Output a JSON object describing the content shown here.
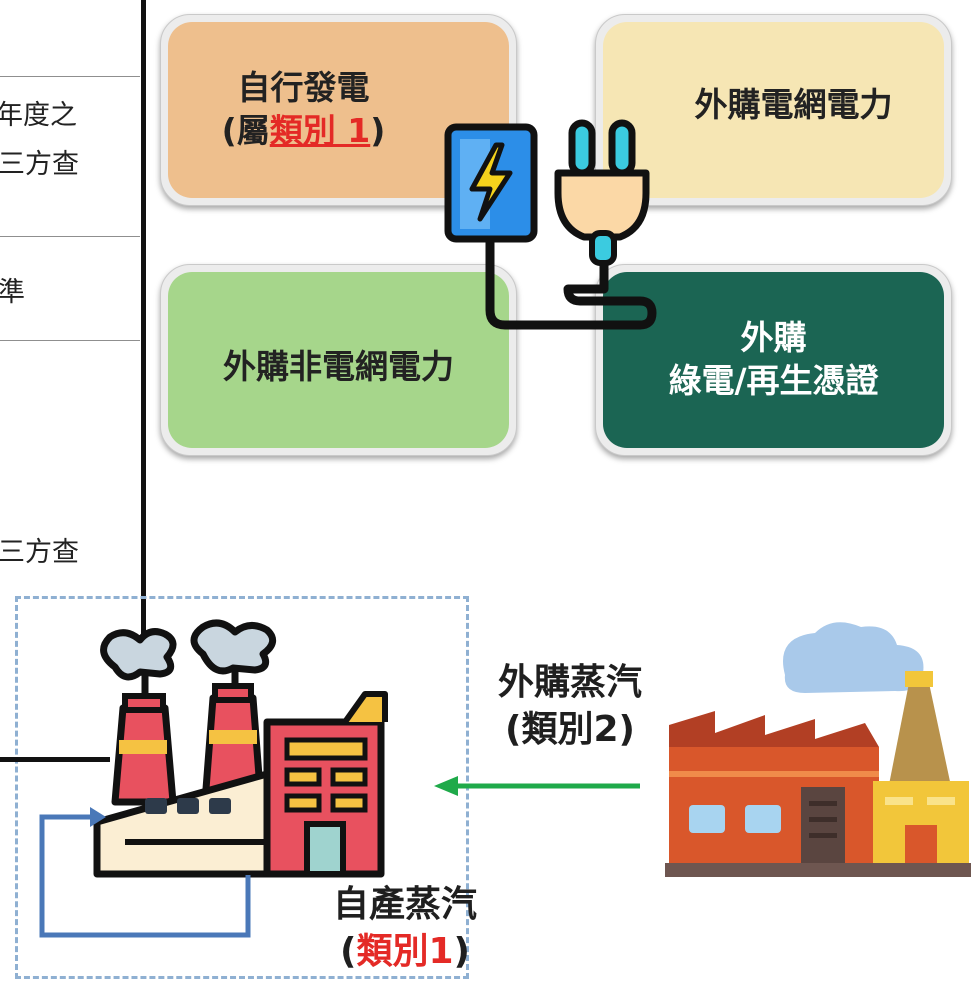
{
  "left_table": {
    "fragments": [
      "年度之",
      "三方查",
      "準",
      "三方查"
    ]
  },
  "electricity": {
    "self_generation": {
      "title": "自行發電",
      "note_open": "(屬",
      "note_category": "類別 1",
      "note_close": ")"
    },
    "grid_power": {
      "title": "外購電網電力"
    },
    "non_grid_power": {
      "title": "外購非電網電力"
    },
    "green_power": {
      "line1": "外購",
      "line2": "綠電/再生憑證"
    }
  },
  "steam": {
    "purchased": {
      "title": "外購蒸汽",
      "category": "(類別2)"
    },
    "self_produced": {
      "title": "自產蒸汽",
      "open": "(",
      "category": "類別1",
      "close": ")"
    }
  },
  "colors": {
    "card_self_generation": "#eebf8d",
    "card_grid": "#f6e6b4",
    "card_non_grid": "#a6d68b",
    "card_green": "#1b6553",
    "highlight_red": "#e42a26",
    "arrow_green": "#1faa4a",
    "loop_blue": "#4a78b8",
    "dashed_box": "#8fb0d2"
  },
  "icons": [
    "power-bank-icon",
    "power-plug-icon",
    "factory-icon",
    "external-factory-icon",
    "lightning-icon"
  ]
}
